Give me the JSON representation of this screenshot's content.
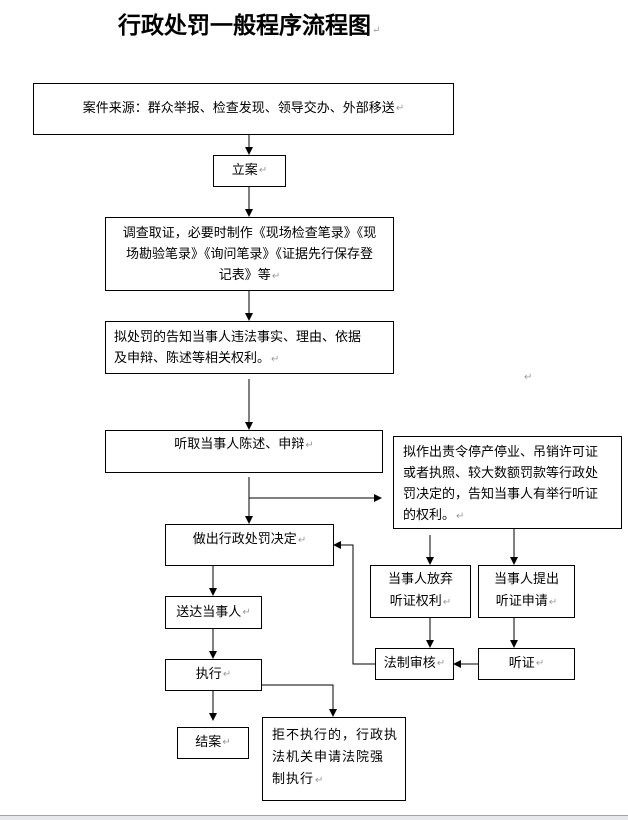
{
  "title": "行政处罚一般程序流程图",
  "paragraph_mark": "↵",
  "nodes": {
    "source": "案件来源：群众举报、检查发现、领导交办、外部移送",
    "register": "立案",
    "investigate": "调查取证，必要时制作《现场检查笔录》《现场勘验笔录》《询问笔录》《证据先行保存登记表》等",
    "notify": "拟处罚的告知当事人违法事实、理由、依据及申辩、陈述等相关权利。",
    "hear_statement": "听取当事人陈述、申辩",
    "hearing_notice": "拟作出责令停产停业、吊销许可证或者执照、较大数额罚款等行政处罚决定的，告知当事人有举行听证的权利。",
    "decision": "做出行政处罚决定",
    "deliver": "送达当事人",
    "execute": "执行",
    "close": "结案",
    "enforce": "拒不执行的，行政执法机关申请法院强制执行",
    "waive": "当事人放弃听证权利",
    "apply": "当事人提出听证申请",
    "legal_review": "法制审核",
    "hearing": "听证"
  },
  "node_lines": {
    "investigate": [
      "调查取证，必要时制作《现场检查笔录》《现",
      "场勘验笔录》《询问笔录》《证据先行保存登",
      "记表》等"
    ],
    "notify": [
      "拟处罚的告知当事人违法事实、理由、依据",
      "及申辩、陈述等相关权利。"
    ],
    "hearing_notice": [
      "拟作出责令停产停业、吊销许可证",
      "或者执照、较大数额罚款等行政处",
      "罚决定的，告知当事人有举行听证",
      "的权利。"
    ],
    "enforce": [
      "拒不执行的，行政执",
      "法机关申请法院强",
      "制执行"
    ],
    "waive": [
      "当事人放弃",
      "听证权利"
    ],
    "apply": [
      "当事人提出",
      "听证申请"
    ]
  },
  "edges": [
    {
      "from": "source",
      "to": "register"
    },
    {
      "from": "register",
      "to": "investigate"
    },
    {
      "from": "investigate",
      "to": "notify"
    },
    {
      "from": "notify",
      "to": "hear_statement"
    },
    {
      "from": "hear_statement",
      "to": "decision"
    },
    {
      "from": "hear_statement",
      "to": "hearing_notice"
    },
    {
      "from": "hearing_notice",
      "to": "waive"
    },
    {
      "from": "hearing_notice",
      "to": "apply"
    },
    {
      "from": "waive",
      "to": "legal_review"
    },
    {
      "from": "apply",
      "to": "hearing"
    },
    {
      "from": "hearing",
      "to": "legal_review"
    },
    {
      "from": "legal_review",
      "to": "decision"
    },
    {
      "from": "decision",
      "to": "deliver"
    },
    {
      "from": "deliver",
      "to": "execute"
    },
    {
      "from": "execute",
      "to": "close"
    },
    {
      "from": "execute",
      "to": "enforce"
    }
  ]
}
